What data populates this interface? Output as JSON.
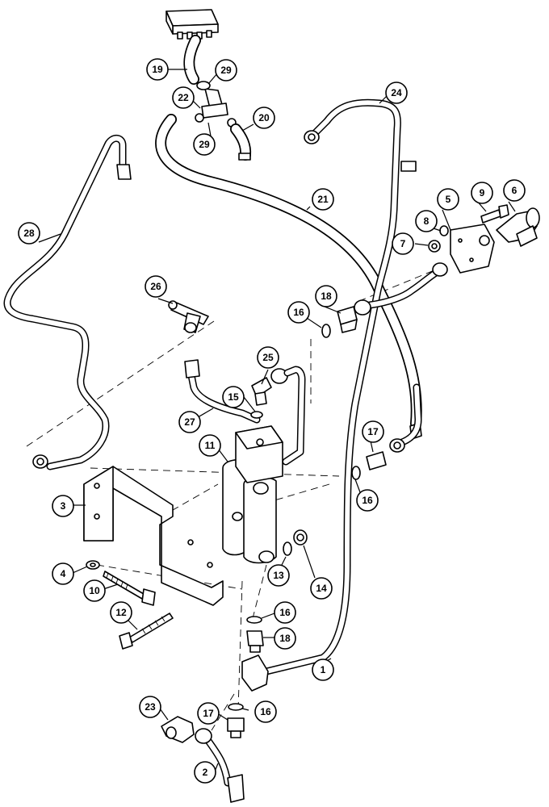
{
  "callouts": {
    "c1": "1",
    "c2": "2",
    "c3": "3",
    "c4": "4",
    "c5": "5",
    "c6": "6",
    "c7": "7",
    "c8": "8",
    "c9": "9",
    "c10": "10",
    "c11": "11",
    "c12": "12",
    "c13": "13",
    "c14": "14",
    "c15": "15",
    "c16a": "16",
    "c16b": "16",
    "c16c": "16",
    "c16d": "16",
    "c17a": "17",
    "c17b": "17",
    "c18a": "18",
    "c18b": "18",
    "c19": "19",
    "c20": "20",
    "c21": "21",
    "c22": "22",
    "c23": "23",
    "c24": "24",
    "c25": "25",
    "c26": "26",
    "c27": "27",
    "c28": "28",
    "c29a": "29",
    "c29b": "29"
  }
}
